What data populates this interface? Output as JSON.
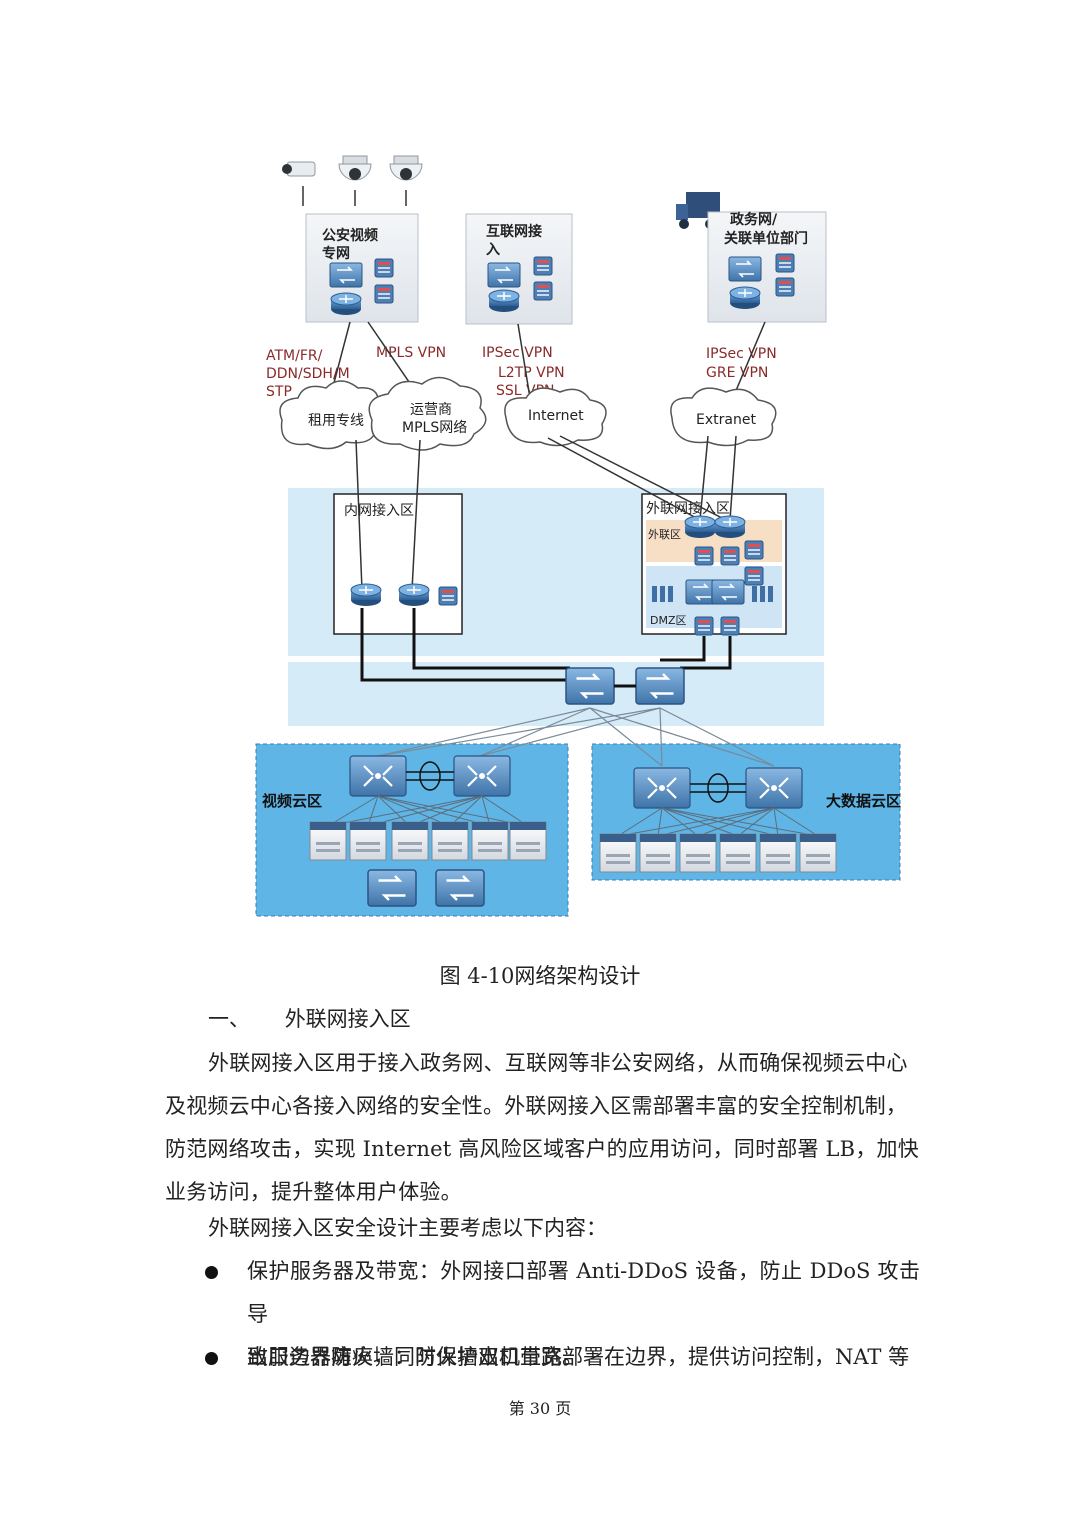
{
  "diagram": {
    "top_boxes": [
      {
        "title_line1": "公安视频",
        "title_line2": "专网"
      },
      {
        "title_line1": "互联网接",
        "title_line2": "入"
      },
      {
        "title_line1": "政务网/",
        "title_line2": "关联单位部门"
      }
    ],
    "link_labels": {
      "atm": [
        "ATM/FR/",
        "DDN/SDH/M",
        "STP"
      ],
      "mpls": "MPLS VPN",
      "internet_vpn": [
        "IPSec VPN",
        "L2TP VPN",
        "SSL VPN"
      ],
      "extranet_vpn": [
        "IPSec VPN",
        "GRE VPN"
      ]
    },
    "clouds": {
      "leased": "租用专线",
      "operator_line1": "运营商",
      "operator_line2": "MPLS网络",
      "internet": "Internet",
      "extranet": "Extranet"
    },
    "zones": {
      "intranet": "内网接入区",
      "extranet_access": "外联网接入区",
      "external": "外联区",
      "dmz": "DMZ区",
      "video_cloud": "视频云区",
      "bigdata_cloud": "大数据云区"
    },
    "colors": {
      "zone_fill": "#d6ebf8",
      "cloud_zone_fill": "#5eb5e6",
      "external_fill": "#f7dfc6",
      "dmz_fill": "#cfe4f4",
      "label_red": "#8a2a2a"
    }
  },
  "caption": "图 4-10网络架构设计",
  "section": {
    "number": "一、",
    "title": "外联网接入区"
  },
  "paragraph_lines": [
    "外联网接入区用于接入政务网、互联网等非公安网络，从而确保视频云中心",
    "及视频云中心各接入网络的安全性。外联网接入区需部署丰富的安全控制机制，",
    "防范网络攻击，实现 Internet 高风险区域客户的应用访问，同时部署 LB，加快",
    "业务访问，提升整体用户体验。"
  ],
  "intro": "外联网接入区安全设计主要考虑以下内容：",
  "bullets": [
    {
      "line1": "保护服务器及带宽：外网接口部署 Anti-DDoS 设备，防止 DDoS 攻击导",
      "line2": "致服务器瘫痪，同时保护出口带宽。"
    },
    {
      "line1": "出口边界防火墙：防火墙双机直路部署在边界，提供访问控制，NAT 等",
      "line2": ""
    }
  ],
  "footer": "第 30 页"
}
